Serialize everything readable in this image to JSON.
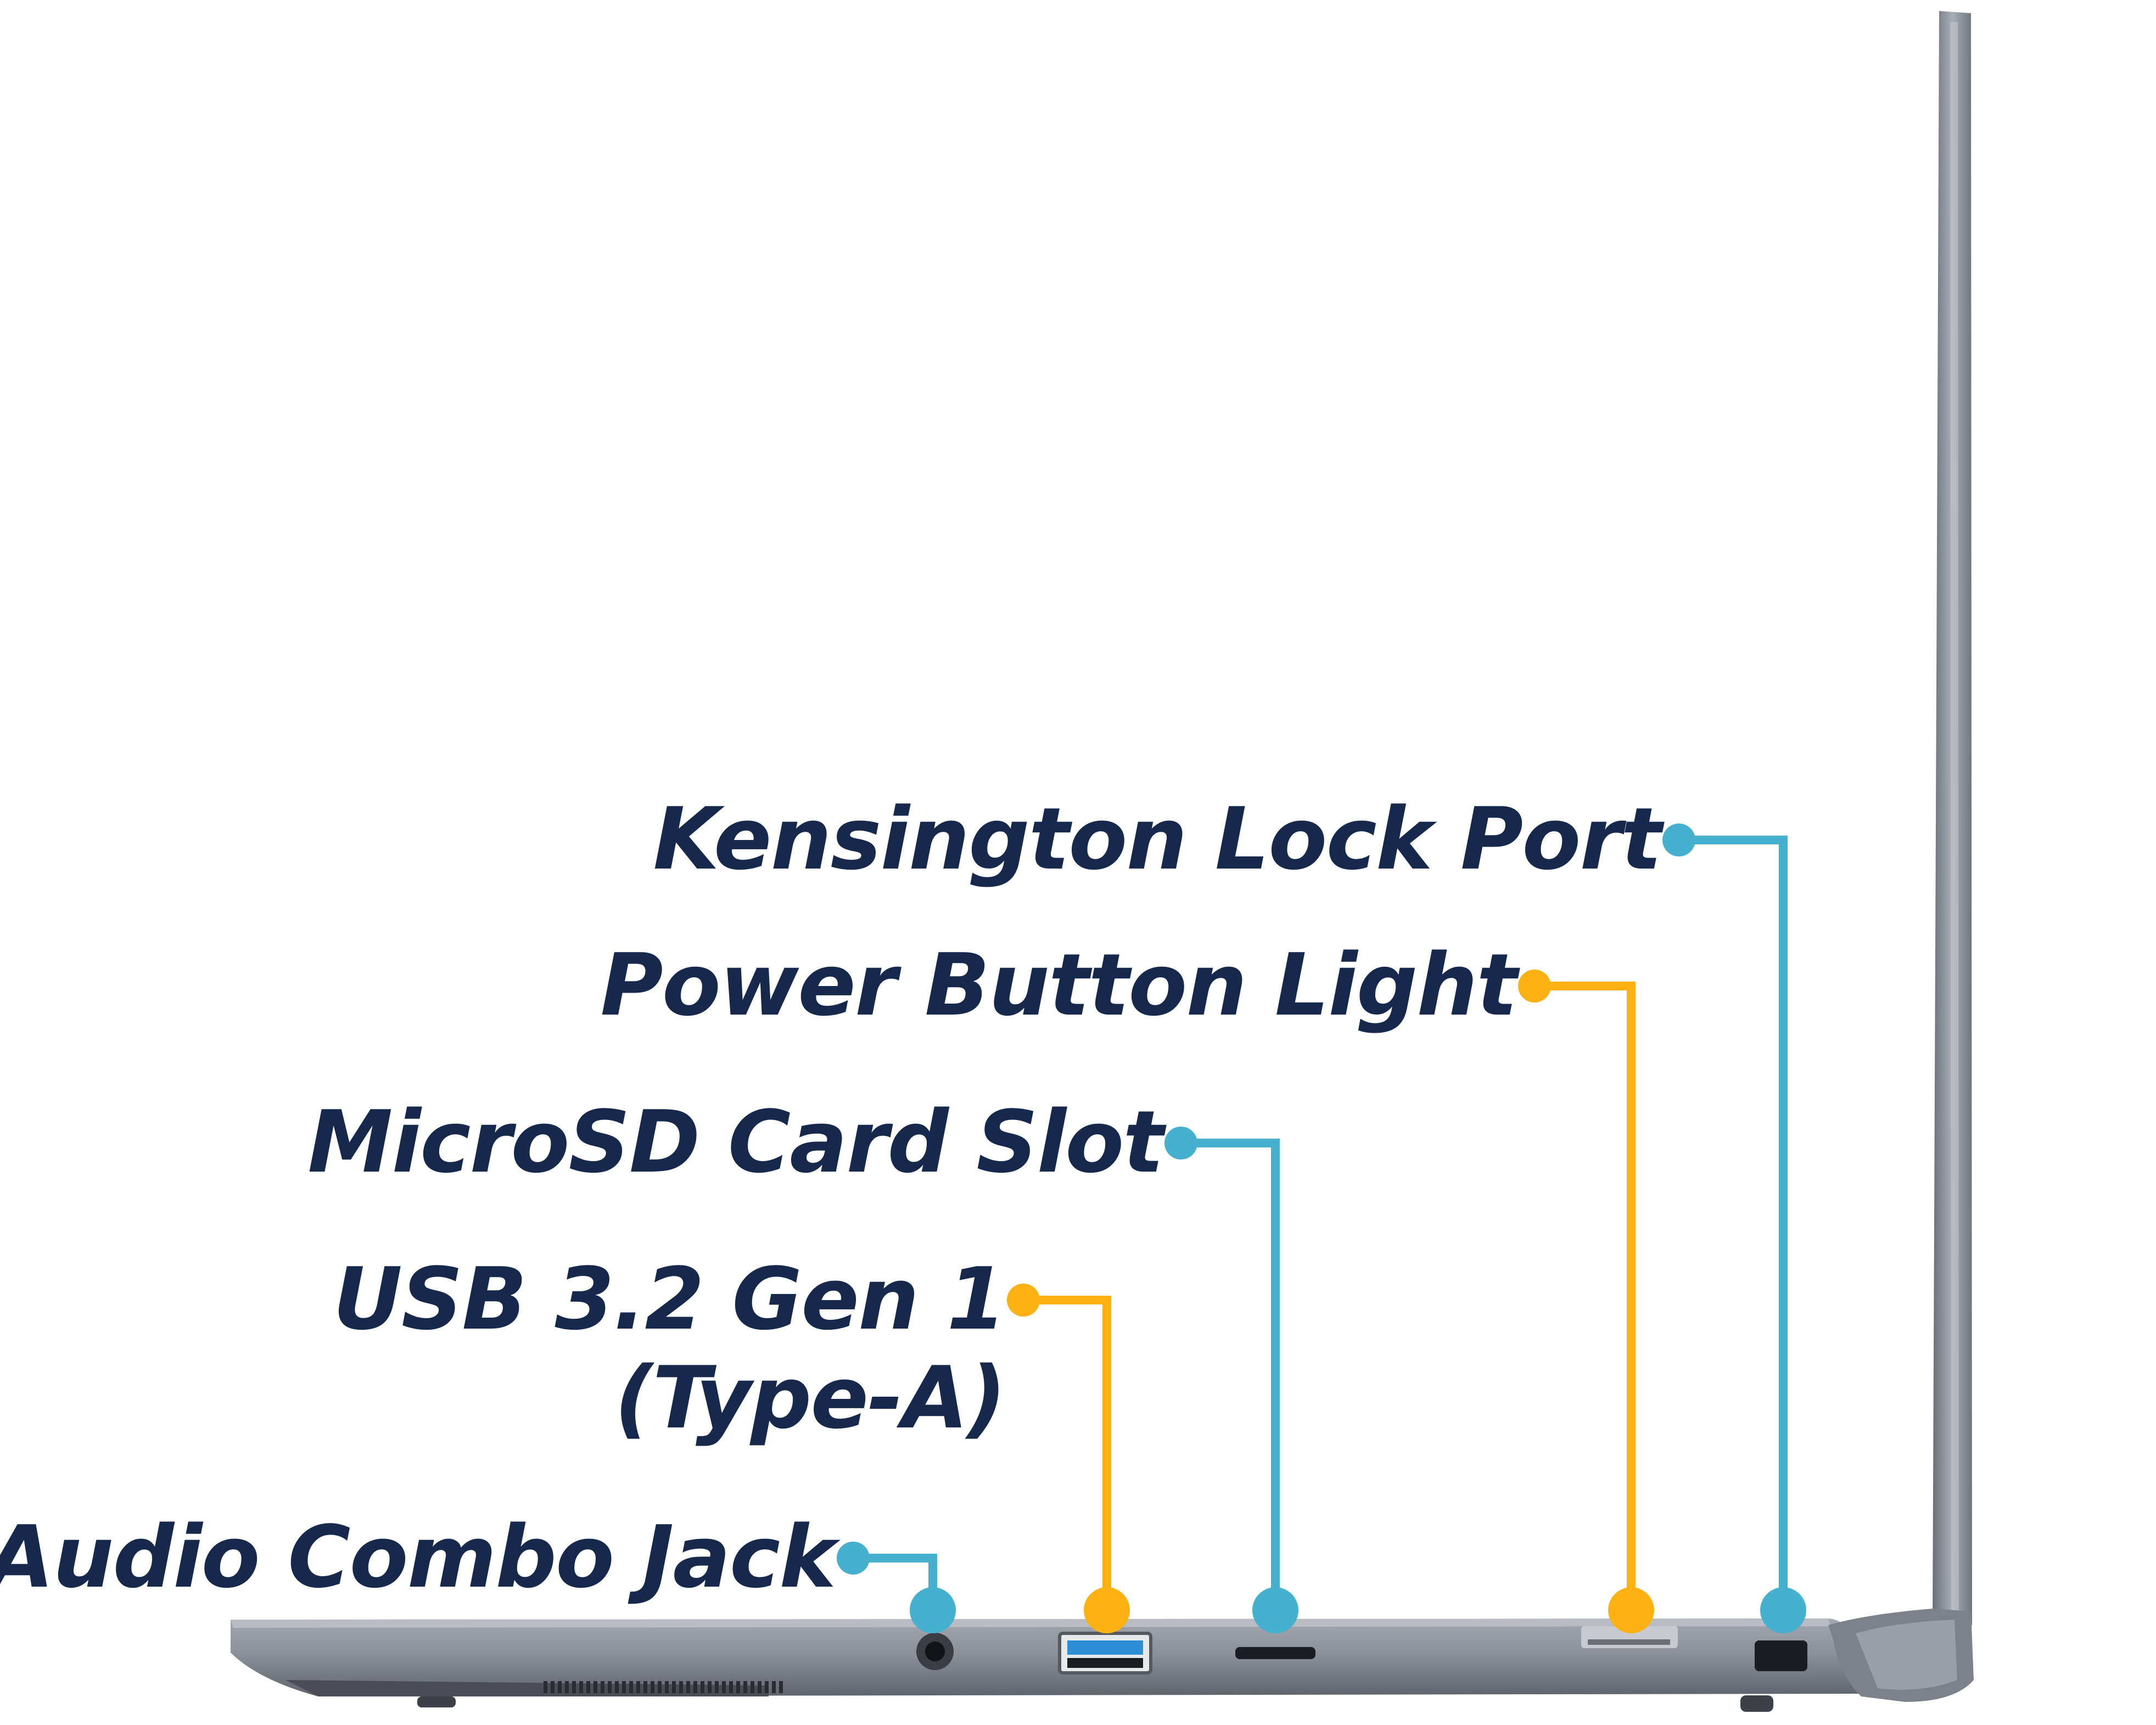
{
  "colors": {
    "text": "#16284b",
    "teal": "#45b1cf",
    "orange": "#fdb113",
    "chassis": "#8f939c",
    "chassis_dark": "#5c6069",
    "port": "#2b2d33"
  },
  "callouts": [
    {
      "id": "kensington",
      "label": "Kensington Lock Port",
      "color": "teal"
    },
    {
      "id": "power-light",
      "label": "Power Button Light",
      "color": "orange"
    },
    {
      "id": "microsd",
      "label": "MicroSD Card Slot",
      "color": "teal"
    },
    {
      "id": "usb-a",
      "label_line1": "USB 3.2 Gen 1",
      "label_line2": "(Type-A)",
      "color": "orange"
    },
    {
      "id": "audio",
      "label": "Audio Combo Jack",
      "color": "teal"
    }
  ]
}
